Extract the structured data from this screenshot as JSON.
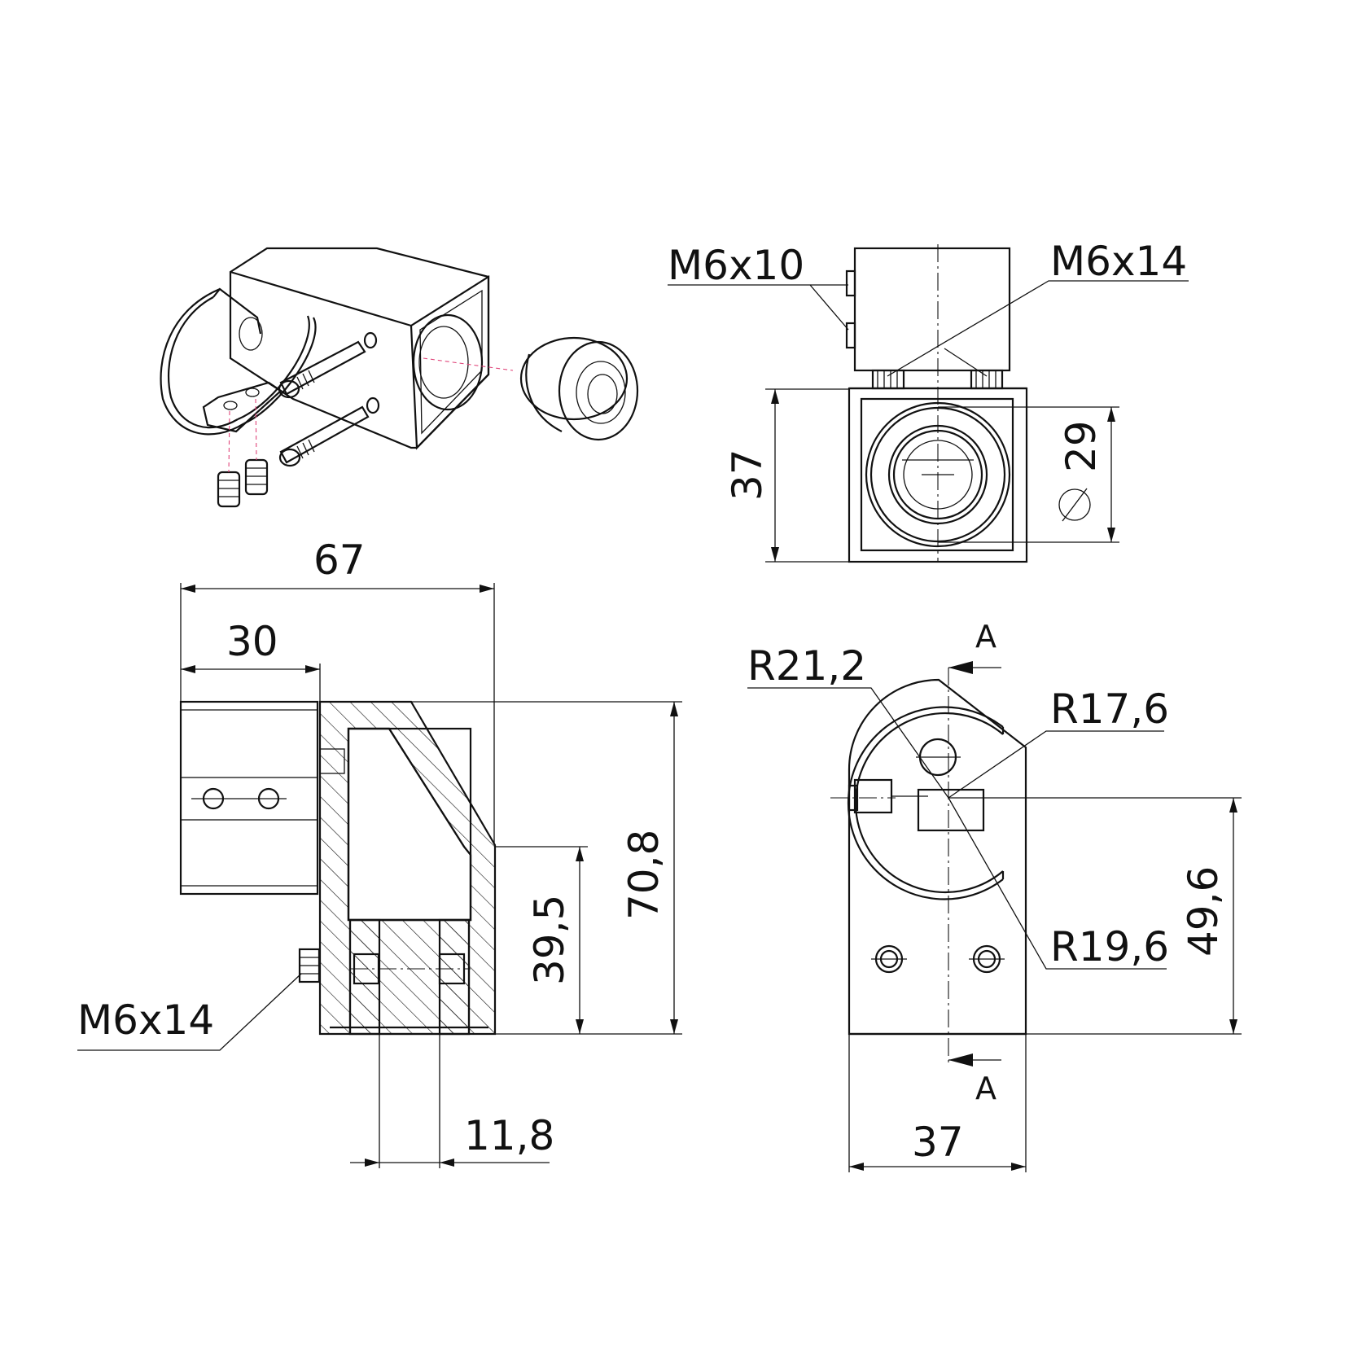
{
  "views": {
    "front": {
      "width_total": "67",
      "width_tube": "30",
      "height_total": "70,8",
      "height_lower": "39,5",
      "bore_width": "11,8",
      "screw_label": "M6x14"
    },
    "top": {
      "height": "37",
      "diameter": "29",
      "screw_label_side": "M6x10",
      "screw_label_top": "M6x14"
    },
    "side": {
      "radius_outer": "R21,2",
      "radius_inner": "R17,6",
      "radius_mid": "R19,6",
      "height": "49,6",
      "width": "37",
      "section_top": "A",
      "section_bottom": "A"
    }
  }
}
